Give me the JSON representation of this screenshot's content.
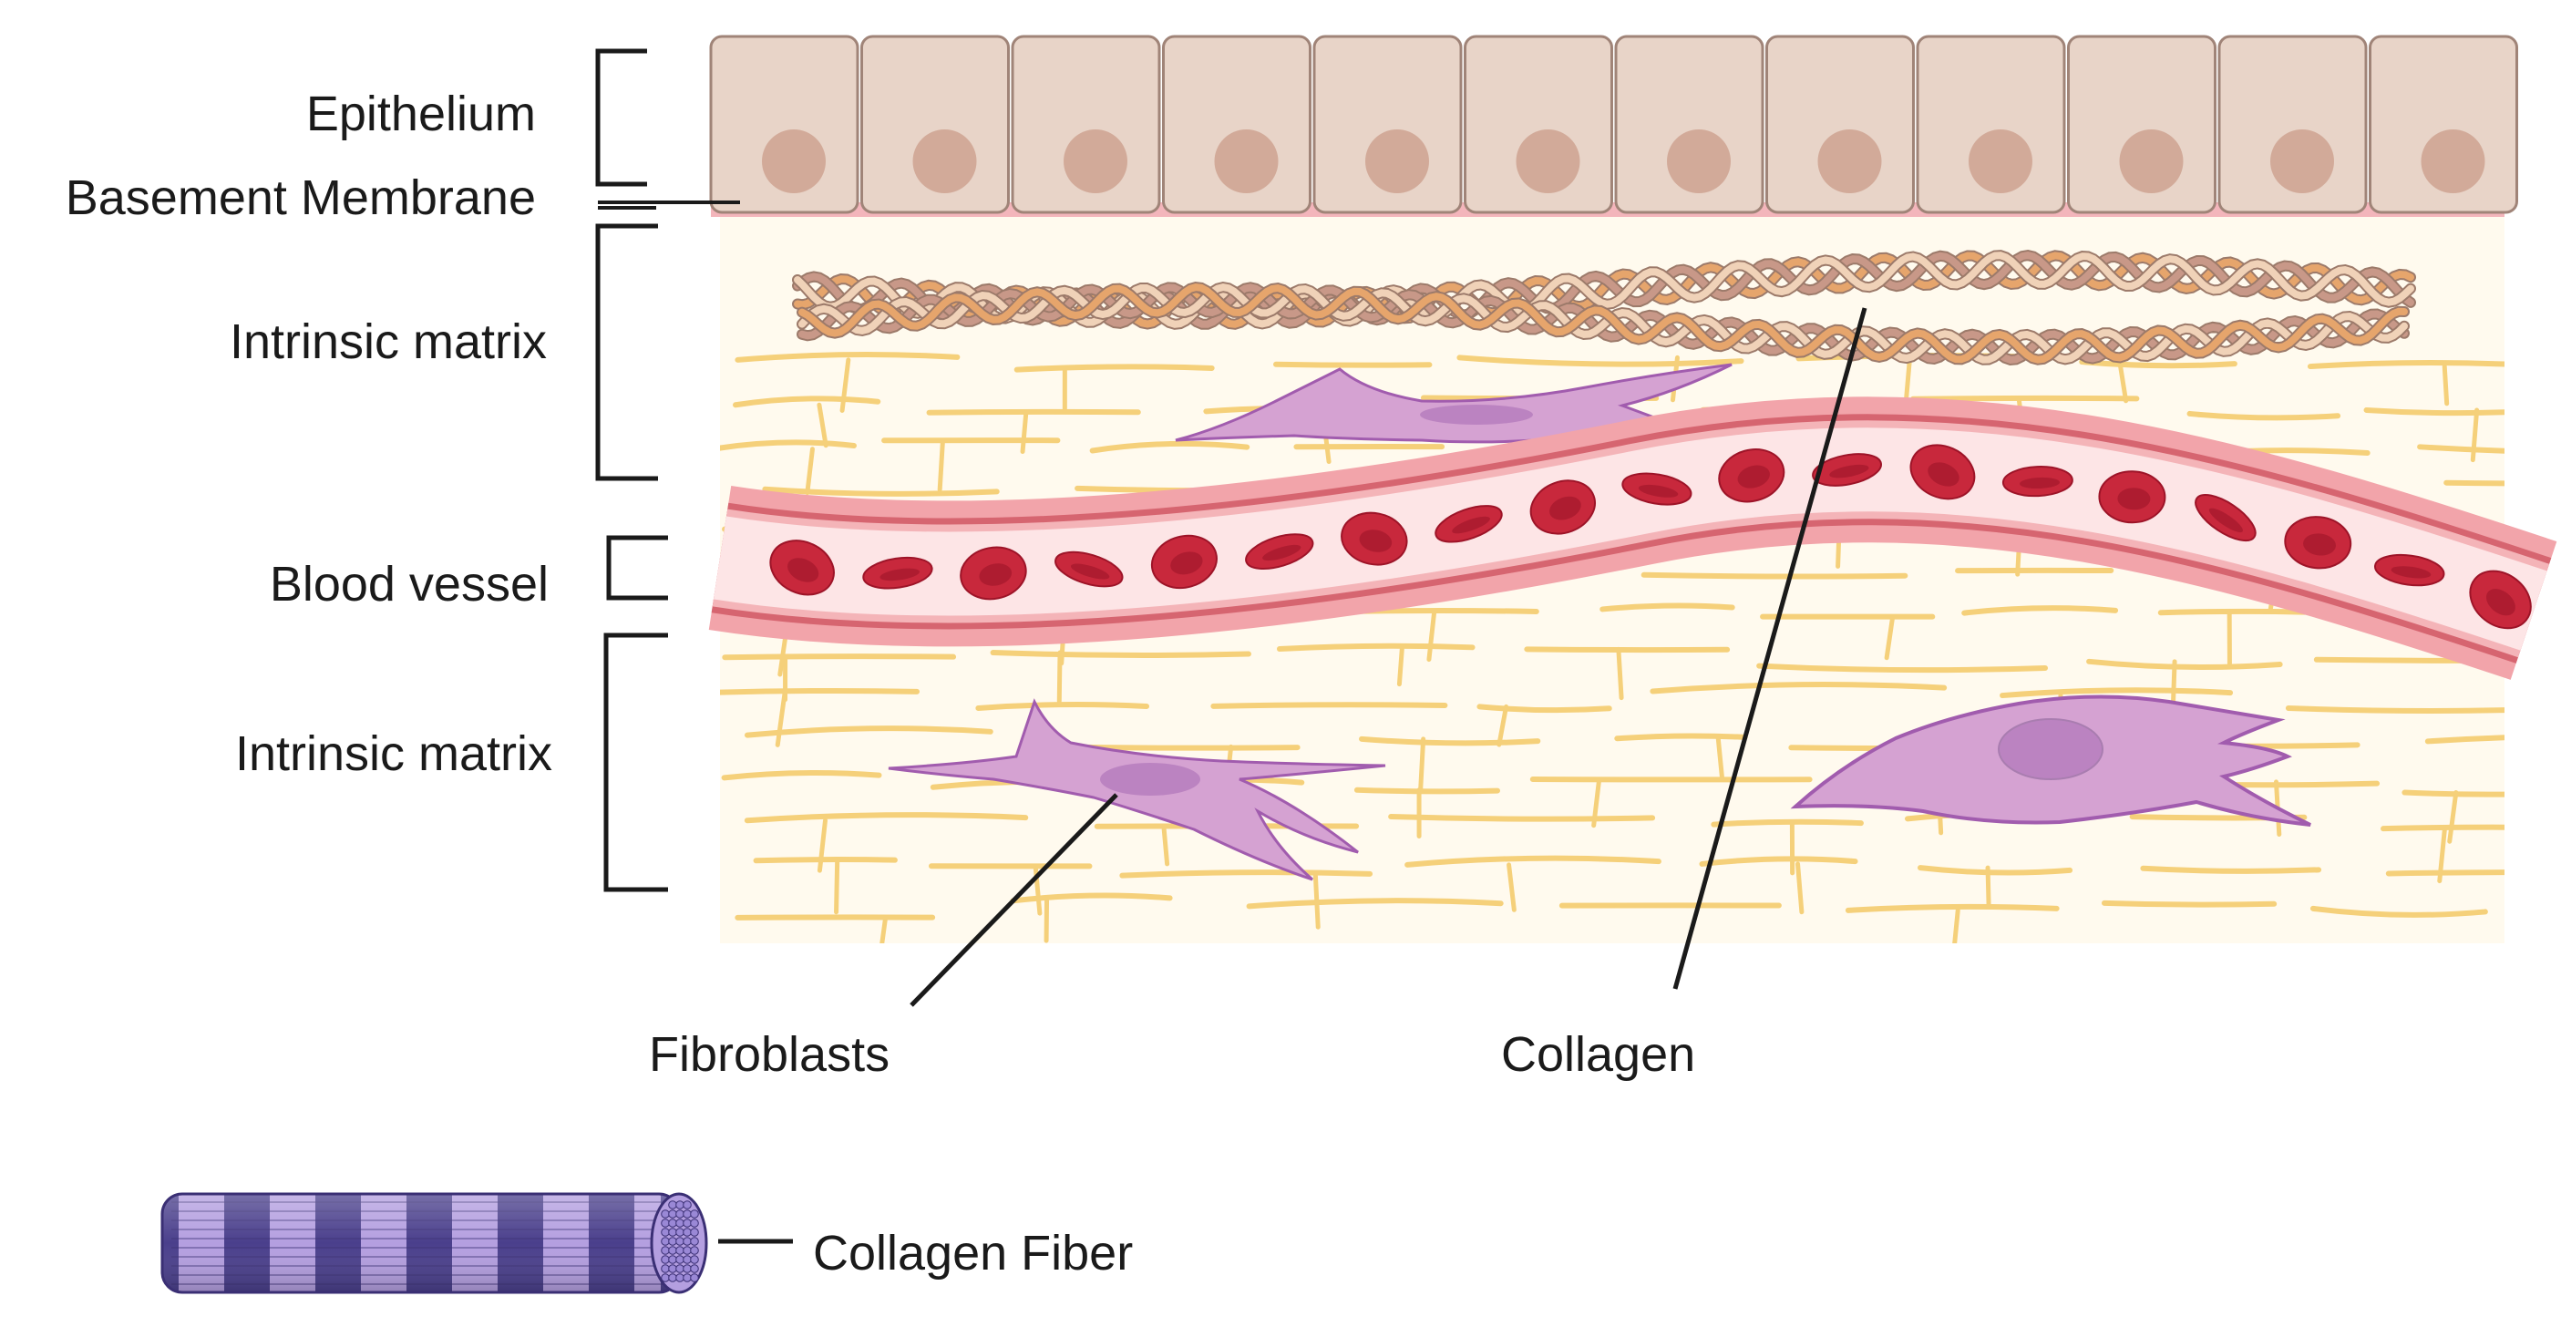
{
  "labels": {
    "epithelium": "Epithelium",
    "basement_membrane": "Basement Membrane",
    "intrinsic_matrix_top": "Intrinsic matrix",
    "blood_vessel": "Blood vessel",
    "intrinsic_matrix_bottom": "Intrinsic matrix",
    "fibroblasts": "Fibroblasts",
    "collagen": "Collagen",
    "collagen_fiber": "Collagen Fiber"
  },
  "colors": {
    "cell_fill": "#e8d4c8",
    "cell_stroke": "#a08478",
    "nucleus": "#d2aa99",
    "membrane": "#f3b5bb",
    "matrix_bg": "#fffaee",
    "elastic_fiber": "#f5d07a",
    "vessel_outer": "#f2a4aa",
    "vessel_wall": "#d66570",
    "vessel_lumen": "#fde5e6",
    "rbc": "#c8283c",
    "rbc_dark": "#9d1428",
    "fibroblast": "#d5a2d2",
    "fibroblast_stroke": "#a15cae",
    "fibroblast_nucleus": "#bb83c1",
    "collagen_strand_a": "#e6a56c",
    "collagen_strand_b": "#c89888",
    "collagen_strand_c": "#f0d2b8",
    "fiber_dark": "#4a3f8c",
    "fiber_light": "#b49fe0",
    "line": "#1a1a1a"
  }
}
